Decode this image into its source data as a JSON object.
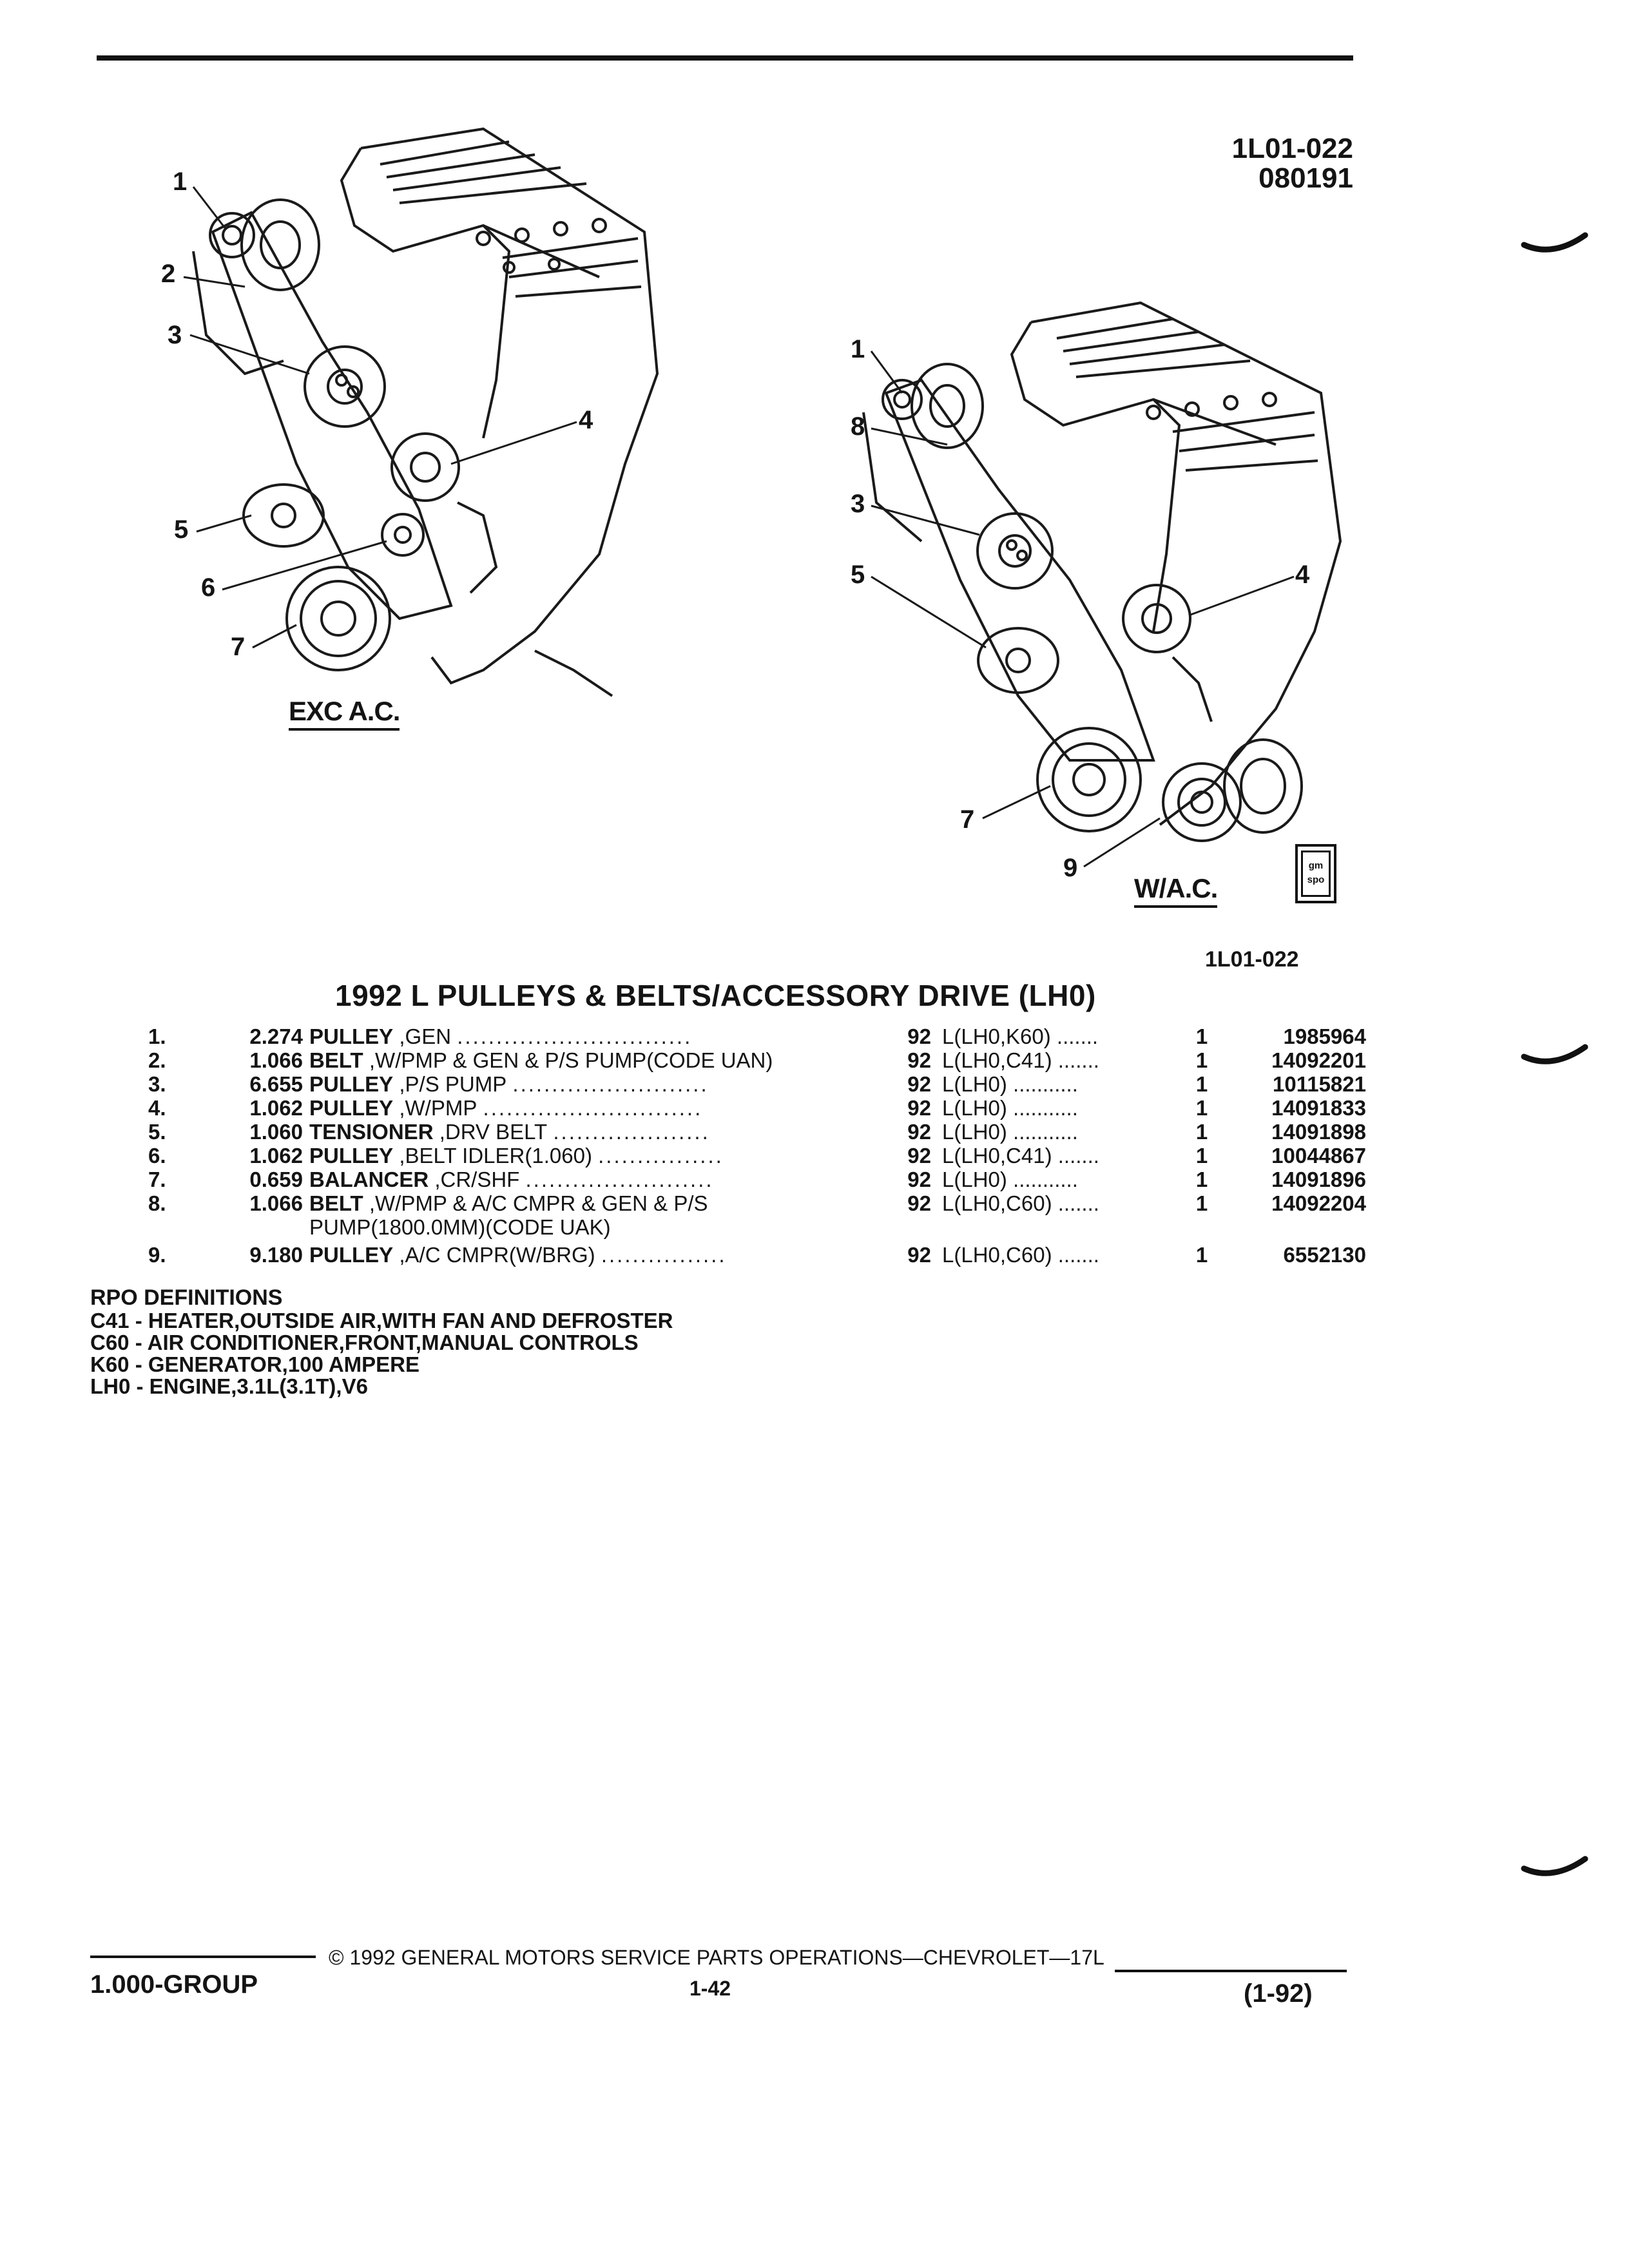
{
  "header": {
    "figure_code": "1L01-022",
    "figure_date": "080191"
  },
  "illustrations": {
    "left": {
      "caption": "EXC A.C.",
      "callouts": [
        "1",
        "2",
        "3",
        "4",
        "5",
        "6",
        "7"
      ]
    },
    "right": {
      "caption": "W/A.C.",
      "callouts": [
        "1",
        "8",
        "3",
        "5",
        "4",
        "7",
        "9"
      ],
      "logo_text": "gm spo"
    }
  },
  "figure_id_small": "1L01-022",
  "title": "1992 L PULLEYS & BELTS/ACCESSORY DRIVE (LH0)",
  "parts": [
    {
      "num": "1.",
      "code": "2.274",
      "name": "PULLEY",
      "desc": " ,GEN",
      "dots": "..............................",
      "year": "92",
      "usage": "L(LH0,K60) .......",
      "qty": "1",
      "part_no": "1985964"
    },
    {
      "num": "2.",
      "code": "1.066",
      "name": "BELT",
      "desc": " ,W/PMP & GEN & P/S PUMP(CODE UAN)",
      "dots": "",
      "year": "92",
      "usage": "L(LH0,C41) .......",
      "qty": "1",
      "part_no": "14092201"
    },
    {
      "num": "3.",
      "code": "6.655",
      "name": "PULLEY",
      "desc": " ,P/S PUMP",
      "dots": ".........................",
      "year": "92",
      "usage": "L(LH0) ...........",
      "qty": "1",
      "part_no": "10115821"
    },
    {
      "num": "4.",
      "code": "1.062",
      "name": "PULLEY",
      "desc": " ,W/PMP",
      "dots": "............................",
      "year": "92",
      "usage": "L(LH0) ...........",
      "qty": "1",
      "part_no": "14091833"
    },
    {
      "num": "5.",
      "code": "1.060",
      "name": "TENSIONER",
      "desc": " ,DRV BELT",
      "dots": "....................",
      "year": "92",
      "usage": "L(LH0) ...........",
      "qty": "1",
      "part_no": "14091898"
    },
    {
      "num": "6.",
      "code": "1.062",
      "name": "PULLEY",
      "desc": " ,BELT IDLER(1.060)",
      "dots": "................",
      "year": "92",
      "usage": "L(LH0,C41) .......",
      "qty": "1",
      "part_no": "10044867"
    },
    {
      "num": "7.",
      "code": "0.659",
      "name": "BALANCER",
      "desc": " ,CR/SHF",
      "dots": "........................",
      "year": "92",
      "usage": "L(LH0) ...........",
      "qty": "1",
      "part_no": "14091896"
    },
    {
      "num": "8.",
      "code": "1.066",
      "name": "BELT",
      "desc": " ,W/PMP & A/C CMPR & GEN & P/S",
      "desc2": "PUMP(1800.0MM)(CODE UAK)",
      "dots": "",
      "year": "92",
      "usage": "L(LH0,C60) .......",
      "qty": "1",
      "part_no": "14092204"
    },
    {
      "num": "9.",
      "code": "9.180",
      "name": "PULLEY",
      "desc": " ,A/C CMPR(W/BRG)",
      "dots": "................",
      "year": "92",
      "usage": "L(LH0,C60) .......",
      "qty": "1",
      "part_no": "6552130"
    }
  ],
  "rpo": {
    "title": "RPO DEFINITIONS",
    "lines": [
      "C41 - HEATER,OUTSIDE AIR,WITH FAN AND DEFROSTER",
      "C60 - AIR CONDITIONER,FRONT,MANUAL CONTROLS",
      "K60 - GENERATOR,100 AMPERE",
      "LH0 - ENGINE,3.1L(3.1T),V6"
    ]
  },
  "footer": {
    "copyright": "© 1992 GENERAL MOTORS SERVICE PARTS OPERATIONS—CHEVROLET—17L",
    "group": "1.000-GROUP",
    "page": "1-42",
    "revision": "(1-92)"
  }
}
